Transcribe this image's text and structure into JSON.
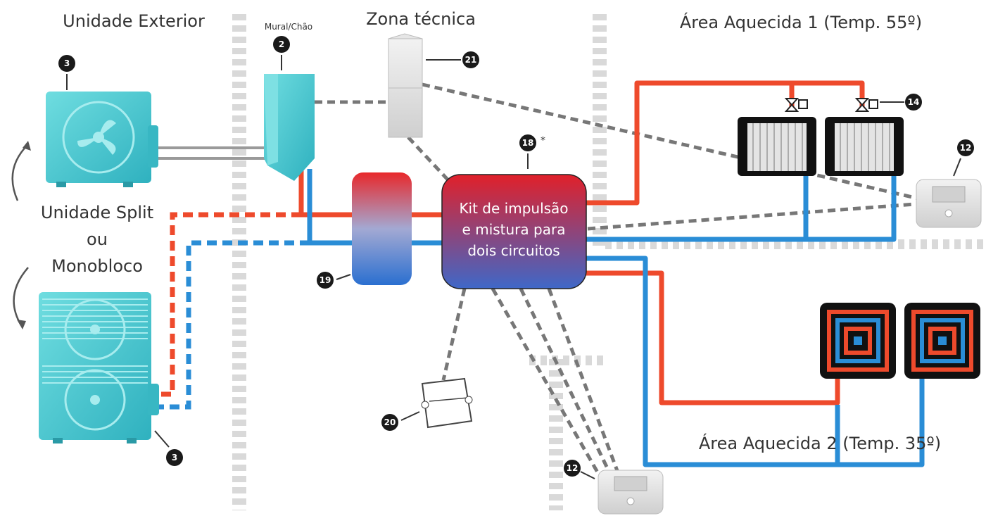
{
  "labels": {
    "outdoor_unit": "Unidade Exterior",
    "wall_floor": "Mural/Chão",
    "technical_zone": "Zona técnica",
    "area1": "Área Aquecida 1 (Temp. 55º)",
    "area2": "Área Aquecida 2 (Temp. 35º)",
    "split_line1": "Unidade Split",
    "split_line2": "ou",
    "split_line3": "Monobloco",
    "kit_line1": "Kit de impulsão",
    "kit_line2": "e mistura para",
    "kit_line3": "dois circuitos",
    "asterisk": "*"
  },
  "markers": {
    "indoor_unit": "2",
    "outdoor_unit_top": "3",
    "outdoor_unit_bottom": "3",
    "thermostat_1": "12",
    "thermostat_2": "12",
    "valve": "14",
    "kit": "18",
    "buffer_tank": "19",
    "junction_box": "20",
    "dhw_tank": "21"
  },
  "colors": {
    "hot_pipe": "#ee4a2c",
    "cold_pipe": "#2a8dd6",
    "dashed_link": "#777777",
    "wall_stripe": "#d9d9d9",
    "unit_teal": "#49c6cf",
    "marker": "#1a1a1a"
  }
}
